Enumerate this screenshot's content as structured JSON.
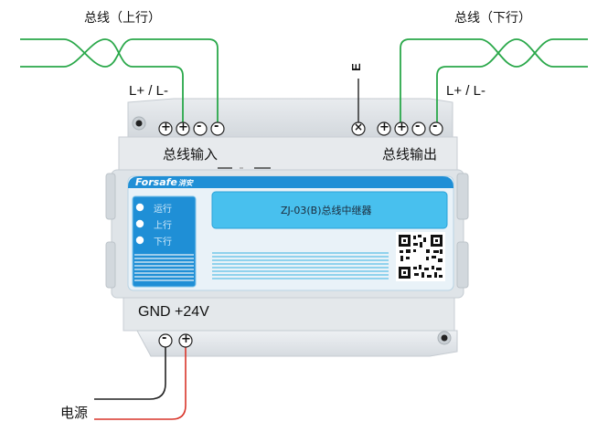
{
  "labels": {
    "bus_up_title": "总线（上行）",
    "bus_down_title": "总线（下行）",
    "lpl_left": "L+ / L-",
    "lpl_right": "L+ / L-",
    "earth": "E",
    "bus_input": "总线输入",
    "bus_output": "总线输出",
    "gnd_24v": "GND +24V",
    "power": "电源"
  },
  "device": {
    "brand": "Forsafe",
    "brand_cn": "消安",
    "model": "ZJ-03(B)总线中继器",
    "indicators": [
      {
        "label": "运行"
      },
      {
        "label": "上行"
      },
      {
        "label": "下行"
      }
    ]
  },
  "terminals": {
    "top_left": [
      "+",
      "+",
      "-",
      "-"
    ],
    "top_right_earth": "×",
    "top_right": [
      "+",
      "+",
      "-",
      "-"
    ],
    "bottom": [
      "-",
      "+"
    ]
  },
  "colors": {
    "bus_wire": "#2aa84a",
    "power_positive": "#d9352a",
    "power_negative": "#222222",
    "panel_blue": "#1f8fd6",
    "label_blue": "#48c0ee"
  }
}
